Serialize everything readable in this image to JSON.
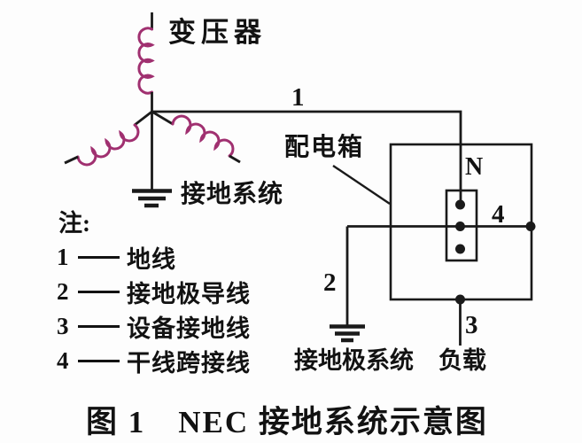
{
  "figure": {
    "caption": "图 1　NEC 接地系统示意图",
    "transformer_label": "变压器",
    "grounding_system_label": "接地系统",
    "distribution_box_label": "配电箱",
    "neutral_bus_label": "N",
    "electrode_system_label": "接地极系统",
    "load_label": "负载",
    "wire_labels": {
      "w1": "1",
      "w2": "2",
      "w3": "3",
      "w4": "4"
    }
  },
  "legend": {
    "title": "注:",
    "items": [
      {
        "num": "1",
        "label": "地线"
      },
      {
        "num": "2",
        "label": "接地极导线"
      },
      {
        "num": "3",
        "label": "设备接地线"
      },
      {
        "num": "4",
        "label": "干线跨接线"
      }
    ]
  },
  "colors": {
    "coil": "#a03070",
    "line": "#1a1a1a",
    "background": "#fdfdfd"
  }
}
